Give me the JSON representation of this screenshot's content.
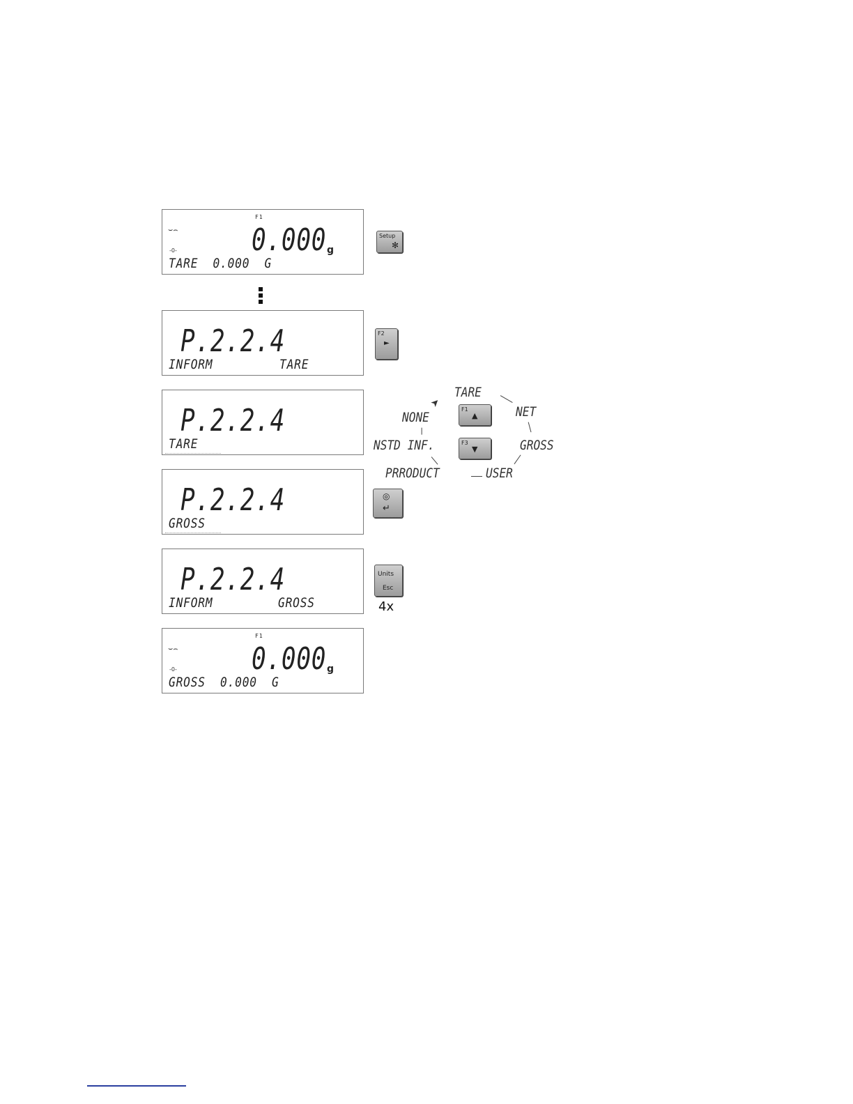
{
  "screens": [
    {
      "main": "0.000",
      "unit": "g",
      "bottom": "TARE  0.000  G"
    },
    {
      "main": "P.2.2.4",
      "bottom_left": "INFORM",
      "bottom_right": "TARE"
    },
    {
      "main": "P.2.2.4",
      "bottom_left": "TARE"
    },
    {
      "main": "P.2.2.4",
      "bottom_left": "GROSS"
    },
    {
      "main": "P.2.2.4",
      "bottom_left": "INFORM",
      "bottom_right": "GROSS"
    },
    {
      "main": "0.000",
      "unit": "g",
      "bottom": "GROSS  0.000  G"
    }
  ],
  "keys": {
    "setup": {
      "label": "Setup",
      "icon": "gear-icon"
    },
    "f2": {
      "label": "F2",
      "icon": "arrow-right-icon"
    },
    "f1": {
      "label": "F1",
      "icon": "arrow-up-icon"
    },
    "f3": {
      "label": "F3",
      "icon": "arrow-down-icon"
    },
    "enter": {
      "icon": "enter-icon"
    },
    "units_esc": {
      "label_top": "Units",
      "label_bottom": "Esc",
      "repeat": "4x"
    }
  },
  "options": [
    "TARE",
    "NET",
    "GROSS",
    "USER",
    "PRRODUCT",
    "NSTD INF.",
    "NONE"
  ]
}
